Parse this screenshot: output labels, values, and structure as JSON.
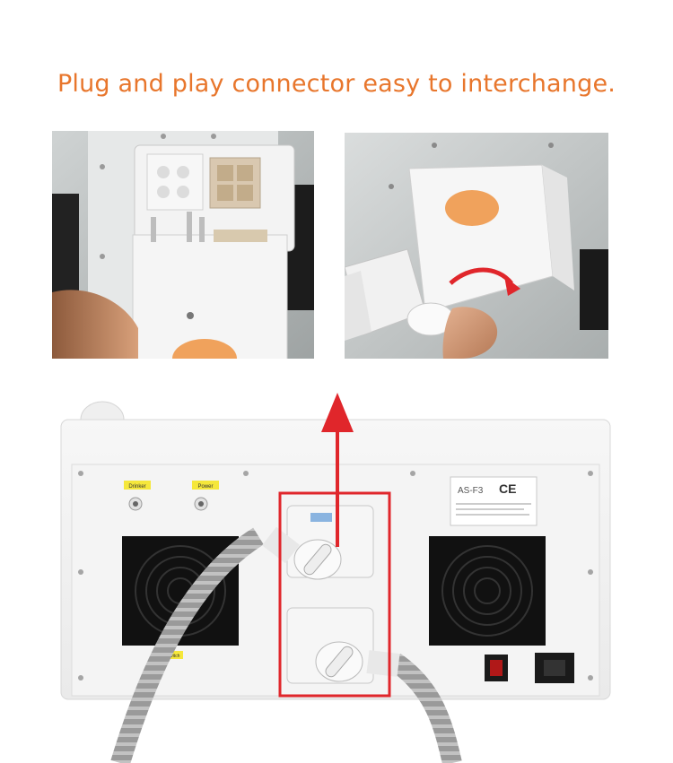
{
  "headline": "Plug and play connector easy to interchange.",
  "colors": {
    "headline": "#e8762c",
    "highlight_box": "#e0262b",
    "arrow": "#e0262b",
    "orange_pad": "#f0a25c",
    "label_yellow": "#f5e73b"
  },
  "machine": {
    "model_label": "AS-F3",
    "ce_mark": "CE",
    "left_tag": "Drinker",
    "right_tag": "Power",
    "lower_tag": "Switch"
  }
}
